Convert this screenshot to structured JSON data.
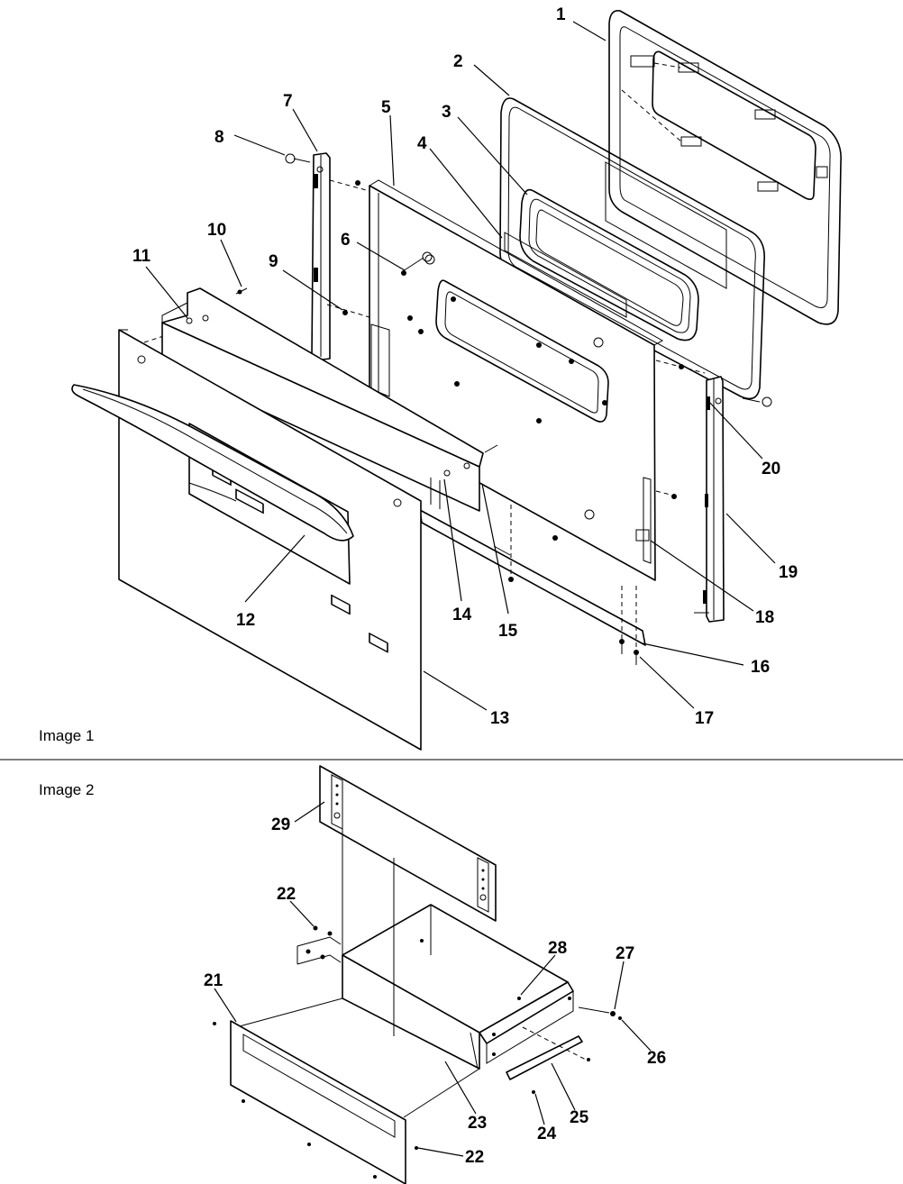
{
  "figures": [
    {
      "label": "Image 1"
    },
    {
      "label": "Image 2"
    }
  ],
  "callouts_image1": [
    "1",
    "2",
    "3",
    "4",
    "5",
    "6",
    "7",
    "8",
    "9",
    "10",
    "11",
    "12",
    "13",
    "14",
    "15",
    "16",
    "17",
    "18",
    "19",
    "20"
  ],
  "callouts_image2": [
    "21",
    "22",
    "22",
    "23",
    "24",
    "25",
    "26",
    "27",
    "28",
    "29"
  ],
  "colors": {
    "ink": "#000000",
    "paper": "#ffffff"
  }
}
